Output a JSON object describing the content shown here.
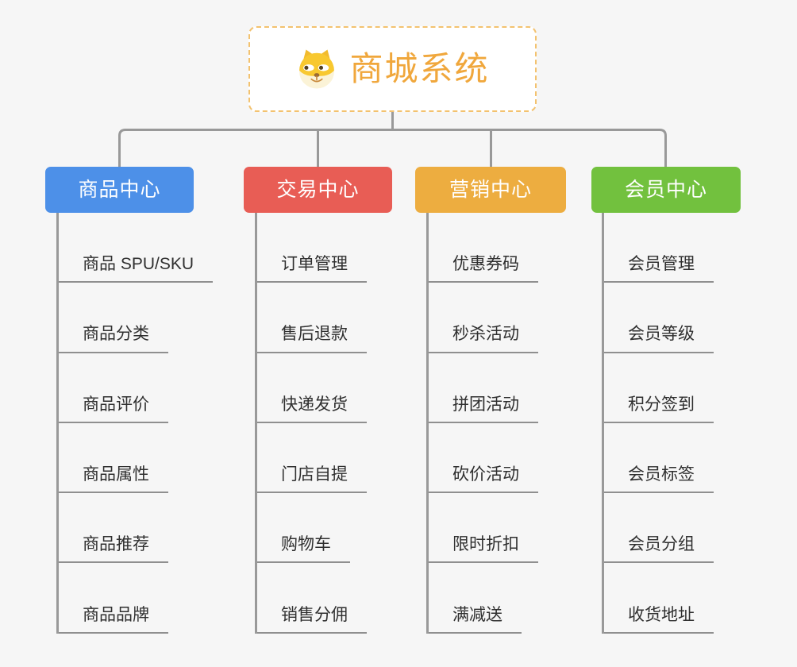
{
  "canvas": {
    "background": "#F6F6F6",
    "connector_color": "#999999",
    "leaf_text_color": "#2F2F2F",
    "leaf_underline_color": "#8F8F8F"
  },
  "root": {
    "title": "商城系统",
    "icon": "dog-face-icon",
    "title_color": "#F0A73C",
    "border_color": "#F3C26F",
    "background": "#FFFFFF"
  },
  "branches": [
    {
      "id": "product-center",
      "label": "商品中心",
      "color": "#4D90E8",
      "items": [
        "商品 SPU/SKU",
        "商品分类",
        "商品评价",
        "商品属性",
        "商品推荐",
        "商品品牌"
      ]
    },
    {
      "id": "trade-center",
      "label": "交易中心",
      "color": "#E85D55",
      "items": [
        "订单管理",
        "售后退款",
        "快递发货",
        "门店自提",
        "购物车",
        "销售分佣"
      ]
    },
    {
      "id": "marketing-center",
      "label": "营销中心",
      "color": "#EDAD40",
      "items": [
        "优惠券码",
        "秒杀活动",
        "拼团活动",
        "砍价活动",
        "限时折扣",
        "满减送"
      ]
    },
    {
      "id": "member-center",
      "label": "会员中心",
      "color": "#72C13E",
      "items": [
        "会员管理",
        "会员等级",
        "积分签到",
        "会员标签",
        "会员分组",
        "收货地址"
      ]
    }
  ]
}
